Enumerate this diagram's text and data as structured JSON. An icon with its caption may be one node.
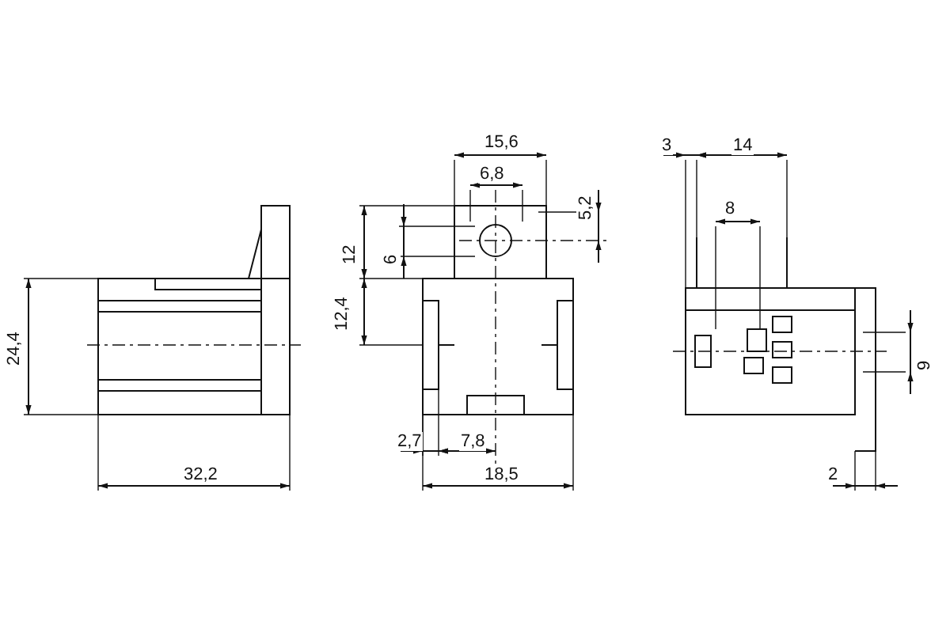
{
  "diagram": {
    "labels": [
      "15,6",
      "3",
      "14",
      "6,8",
      "5,2",
      "8",
      "12",
      "6",
      "12,4",
      "24,4",
      "9",
      "2,7",
      "7,8",
      "32,2",
      "18,5",
      "2"
    ]
  }
}
